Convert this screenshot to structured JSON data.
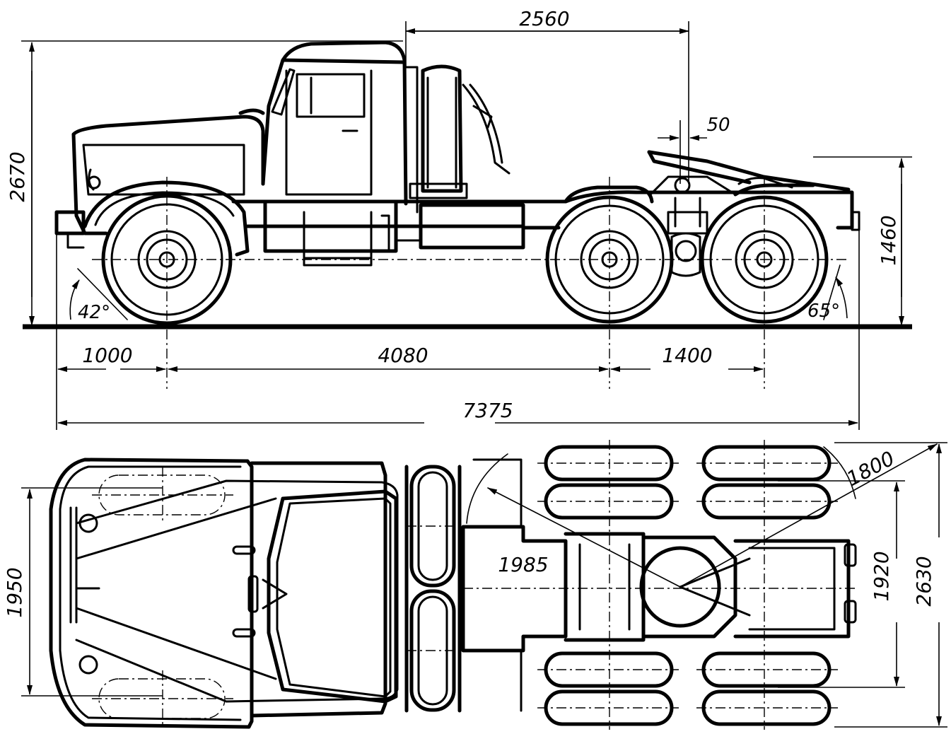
{
  "dimensions": {
    "top_length": "2560",
    "fifth_wheel_offset": "50",
    "overall_height": "2670",
    "coupling_height": "1460",
    "approach_angle": "42°",
    "departure_angle": "65°",
    "front_overhang": "1000",
    "wheelbase": "4080",
    "rear_axle_spacing": "1400",
    "overall_length": "7375",
    "front_track": "1950",
    "rear_track": "1920",
    "overall_width": "2630",
    "radius_front": "1985",
    "radius_rear": "1800"
  }
}
